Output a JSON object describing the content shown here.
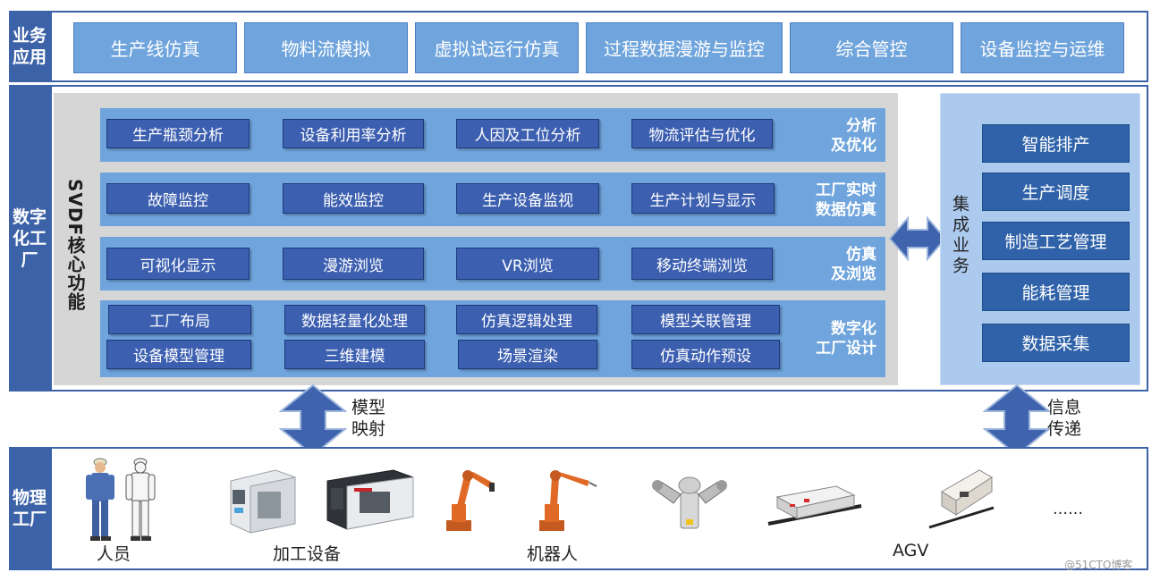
{
  "sections": {
    "business": "业务\n应用",
    "digital_factory": "数字\n化工\n厂",
    "physical_factory": "物理\n工厂"
  },
  "business_apps": [
    "生产线仿真",
    "物料流模拟",
    "虚拟试运行仿真",
    "过程数据漫游与监控",
    "综合管控",
    "设备监控与运维"
  ],
  "svdf": {
    "title": "SVDF核心功能",
    "bands": [
      {
        "label": "分析\n及优化",
        "rows": [
          [
            "生产瓶颈分析",
            "设备利用率分析",
            "人因及工位分析",
            "物流评估与优化"
          ]
        ]
      },
      {
        "label": "工厂实时\n数据仿真",
        "rows": [
          [
            "故障监控",
            "能效监控",
            "生产设备监视",
            "生产计划与显示"
          ]
        ]
      },
      {
        "label": "仿真\n及浏览",
        "rows": [
          [
            "可视化显示",
            "漫游浏览",
            "VR浏览",
            "移动终端浏览"
          ]
        ]
      },
      {
        "label": "数字化\n工厂设计",
        "rows": [
          [
            "工厂布局",
            "数据轻量化处理",
            "仿真逻辑处理",
            "模型关联管理"
          ],
          [
            "设备模型管理",
            "三维建模",
            "场景渲染",
            "仿真动作预设"
          ]
        ]
      }
    ]
  },
  "integration": {
    "title": "集成业务",
    "items": [
      "智能排产",
      "生产调度",
      "制造工艺管理",
      "能耗管理",
      "数据采集"
    ]
  },
  "arrows": {
    "left": "模型\n映射",
    "right": "信息\n传递"
  },
  "physical": {
    "labels": [
      "人员",
      "加工设备",
      "机器人",
      "AGV"
    ],
    "ellipsis": "……"
  },
  "watermark": "@51CTO博客",
  "colors": {
    "section_blue": "#3c62a8",
    "light_blue": "#6fa4dc",
    "dark_button": "#3c5fb0",
    "integration_bg": "#acc9ee",
    "grey_bg": "#d6d6d6"
  }
}
